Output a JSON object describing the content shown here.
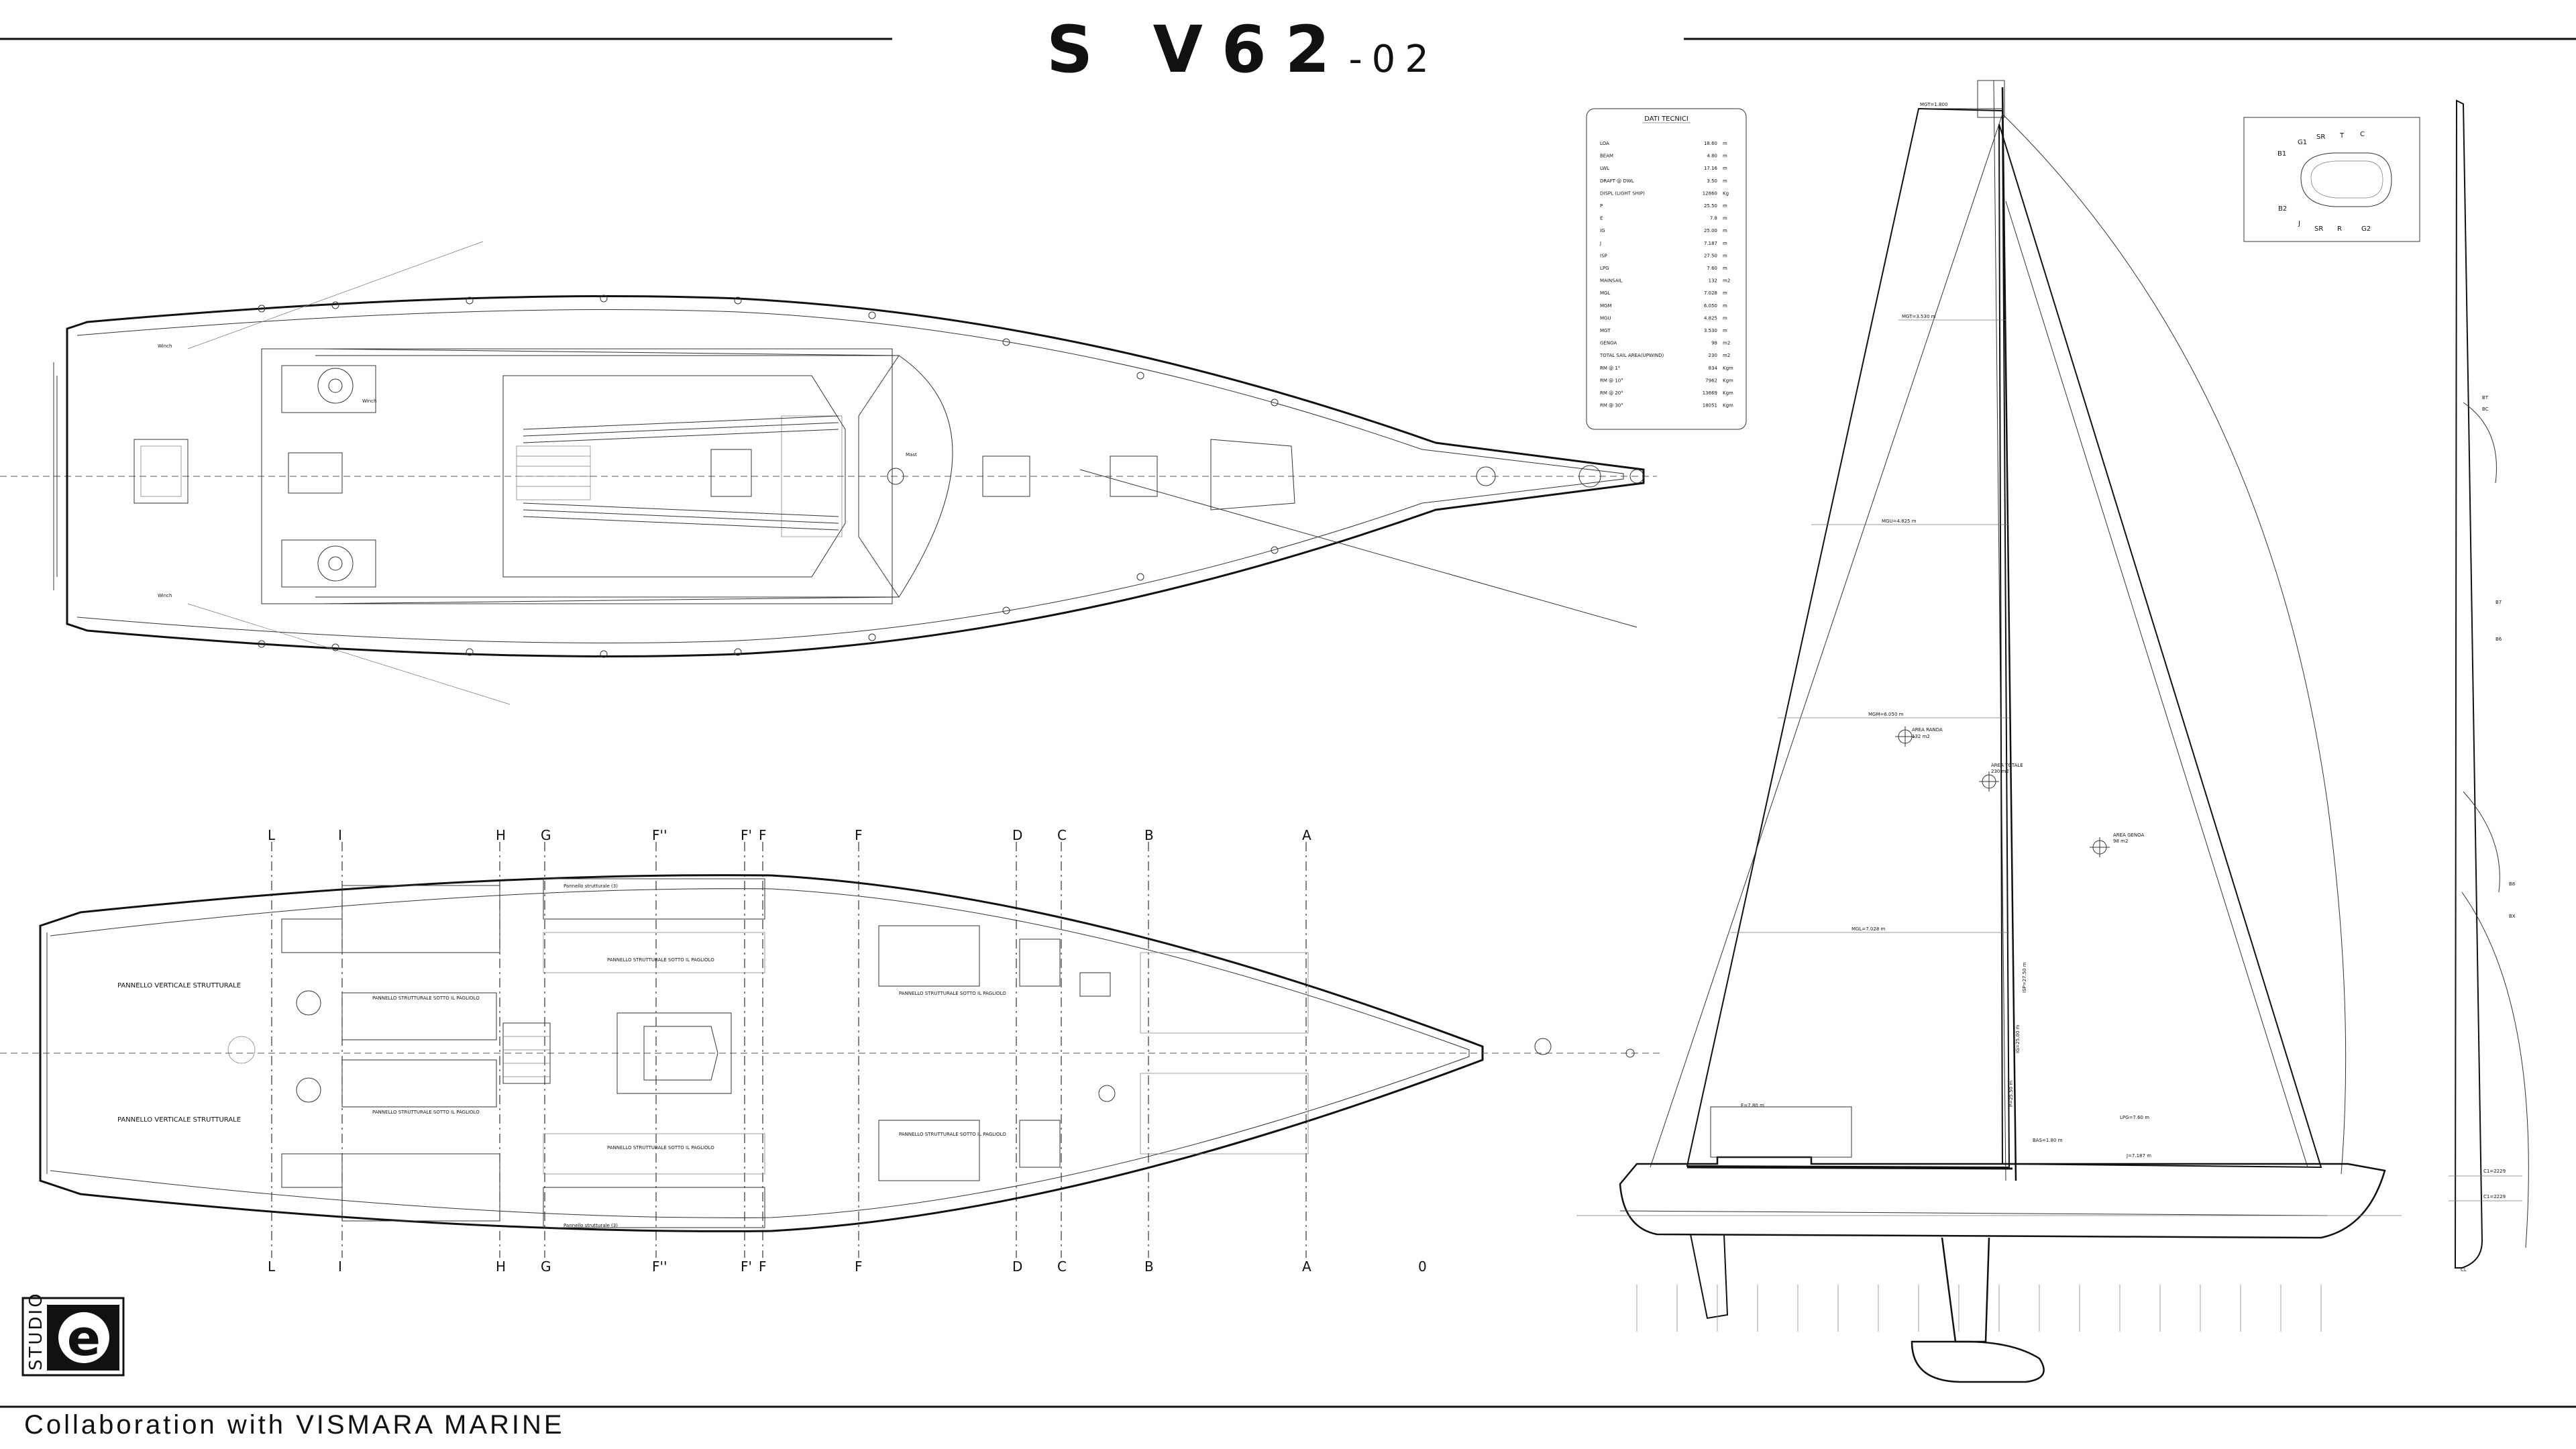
{
  "header": {
    "title_main": "S V62",
    "title_suffix": "-02"
  },
  "footer": {
    "collaboration": "Collaboration with VISMARA MARINE",
    "studio_logo_text": "STUDIO",
    "studio_logo_mark": "e"
  },
  "technical_data": {
    "heading": "DATI TECNICI",
    "rows": [
      {
        "label": "LOA",
        "value": "18.60",
        "unit": "m"
      },
      {
        "label": "BEAM",
        "value": "4.80",
        "unit": "m"
      },
      {
        "label": "LWL",
        "value": "17.16",
        "unit": "m"
      },
      {
        "label": "DRAFT @ DWL",
        "value": "3.50",
        "unit": "m"
      },
      {
        "label": "DISPL (LIGHT SHIP)",
        "value": "12860",
        "unit": "Kg"
      },
      {
        "label": "P",
        "value": "25.50",
        "unit": "m"
      },
      {
        "label": "E",
        "value": "7.8",
        "unit": "m"
      },
      {
        "label": "IG",
        "value": "25.00",
        "unit": "m"
      },
      {
        "label": "J",
        "value": "7.187",
        "unit": "m"
      },
      {
        "label": "ISP",
        "value": "27.50",
        "unit": "m"
      },
      {
        "label": "LPG",
        "value": "7.60",
        "unit": "m"
      },
      {
        "label": "MAINSAIL",
        "value": "132",
        "unit": "m2"
      },
      {
        "label": "MGL",
        "value": "7.028",
        "unit": "m"
      },
      {
        "label": "MGM",
        "value": "6.050",
        "unit": "m"
      },
      {
        "label": "MGU",
        "value": "4.825",
        "unit": "m"
      },
      {
        "label": "MGT",
        "value": "3.530",
        "unit": "m"
      },
      {
        "label": "GENOA",
        "value": "98",
        "unit": "m2"
      },
      {
        "label": "TOTAL SAIL AREA(UPWIND)",
        "value": "230",
        "unit": "m2"
      },
      {
        "label": "RM @ 1°",
        "value": "834",
        "unit": "Kgm"
      },
      {
        "label": "RM @ 10°",
        "value": "7962",
        "unit": "Kgm"
      },
      {
        "label": "RM @ 20°",
        "value": "13669",
        "unit": "Kgm"
      },
      {
        "label": "RM @ 30°",
        "value": "18051",
        "unit": "Kgm"
      }
    ]
  },
  "stations": [
    "L",
    "I",
    "H",
    "G",
    "F''",
    "F'",
    "F",
    "F",
    "D",
    "C",
    "B",
    "A"
  ],
  "station_zero": "0",
  "sail_plan_labels": {
    "mgt": "MGT=3.530 m",
    "mgu": "MGU=4.825 m",
    "mgm": "MGM=6.050 m",
    "mgl": "MGL=7.028 m",
    "area_randa": "AREA RANDA",
    "area_randa_value": "132 m2",
    "area_genoa": "AREA GENOA",
    "area_genoa_value": "98 m2",
    "area_totale": "AREA TOTALE",
    "area_totale_value": "230 m2",
    "e": "E=7.80 m",
    "lpg": "LPG=7.60 m",
    "j": "J=7.187 m",
    "p": "P=25.50 m",
    "ig": "IG=25.00 m",
    "isp": "ISP=27.50 m",
    "bas": "BAS=1.80 m",
    "mast_top": "MGT=1.800"
  },
  "winch_legend": {
    "labels": [
      "B1",
      "G1",
      "SR",
      "T",
      "C",
      "B2",
      "J",
      "SR",
      "R",
      "G2"
    ]
  },
  "section_labels": {
    "frame_markers": [
      "BT",
      "BC",
      "B7",
      "B6",
      "B8",
      "BX",
      "C1=2229",
      "C1=2229",
      "CL"
    ]
  },
  "deck_notes": {
    "panel_structural": "PANNELLO STRUTTURALE SOTTO IL PAGLIOLO",
    "panel_vertical": "PANNELLO VERTICALE STRUTTURALE",
    "panel_recessed": "Pannello strutturale (3)"
  }
}
